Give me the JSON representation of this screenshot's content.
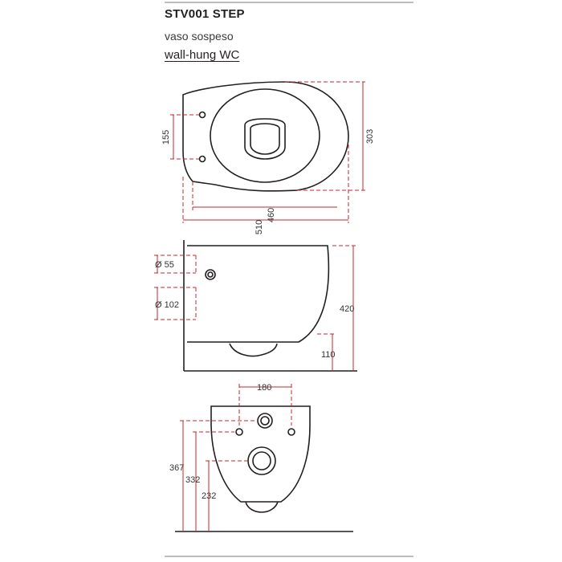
{
  "header": {
    "code": "STV001 STEP",
    "name_it": "vaso sospeso",
    "name_en": "wall-hung WC"
  },
  "top_view": {
    "dims": {
      "bolt_spacing": "155",
      "width": "303",
      "length": "510",
      "length_inner": "460"
    }
  },
  "side_view": {
    "dims": {
      "hole_upper": "55",
      "hole_lower": "102",
      "height": "420",
      "base": "110"
    }
  },
  "rear_view": {
    "dims": {
      "bolt_spacing": "180",
      "h_total": "367",
      "h_mid": "332",
      "h_low": "232"
    }
  },
  "colors": {
    "outline": "#231f20",
    "dimension": "#c8252c"
  }
}
